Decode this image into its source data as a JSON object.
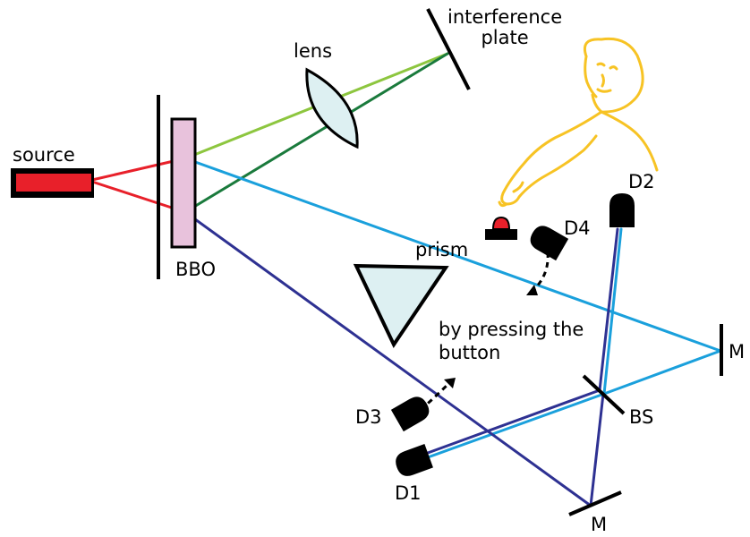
{
  "labels": {
    "source": "source",
    "lens": "lens",
    "interference_plate": "interference\nplate",
    "bbo": "BBO",
    "prism": "prism",
    "d1": "D1",
    "d2": "D2",
    "d3": "D3",
    "d4": "D4",
    "bs": "BS",
    "m_right": "M",
    "m_bottom": "M",
    "button_note": "by pressing the\nbutton"
  },
  "colors": {
    "pump_beam": "#e8202a",
    "source_body": "#e8202a",
    "crystal_fill": "#e8c2dc",
    "light_green_beam": "#8dc63f",
    "dark_green_beam": "#1a7a3c",
    "light_blue_beam": "#1aa0dc",
    "dark_blue_beam": "#2e3192",
    "person_outline": "#f7c324",
    "optic_fill": "#ddf0f2",
    "button_red": "#e8202a",
    "detector": "#000000"
  },
  "icons": [
    "source-laser-icon",
    "bbo-crystal-icon",
    "lens-icon",
    "prism-icon",
    "detector-icon",
    "mirror-icon",
    "beamsplitter-icon",
    "person-icon",
    "push-button-icon"
  ]
}
